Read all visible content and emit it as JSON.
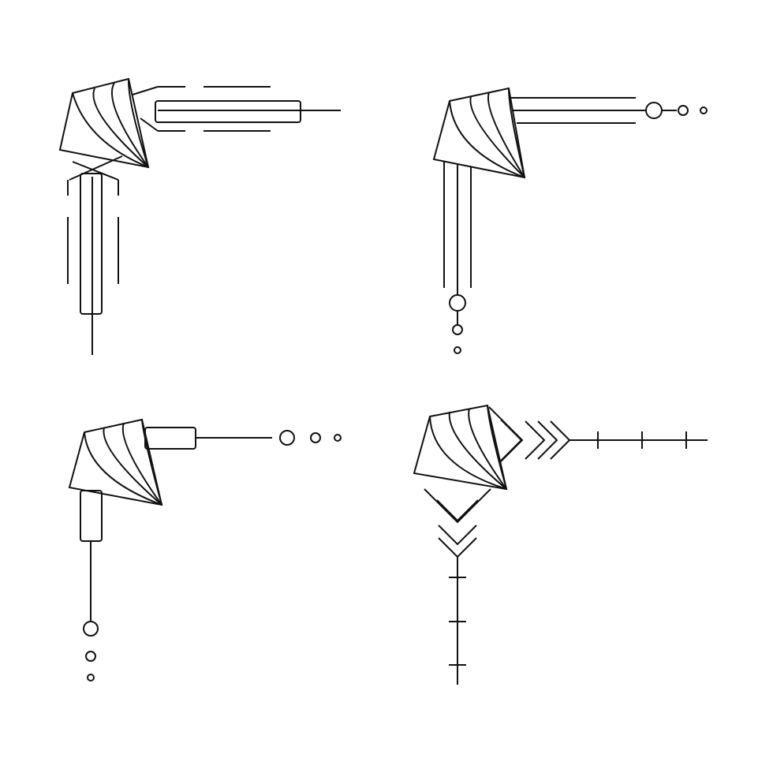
{
  "background": "#ffffff",
  "stroke_color": "#111111",
  "ornaments": [
    {
      "name": "corner-ornament-1",
      "style": "fan with double-bar rails"
    },
    {
      "name": "corner-ornament-2",
      "style": "fan with triple rails and dots"
    },
    {
      "name": "corner-ornament-3",
      "style": "fan with bar rails and dots"
    },
    {
      "name": "corner-ornament-4",
      "style": "fan with chevrons and tick rails"
    }
  ]
}
